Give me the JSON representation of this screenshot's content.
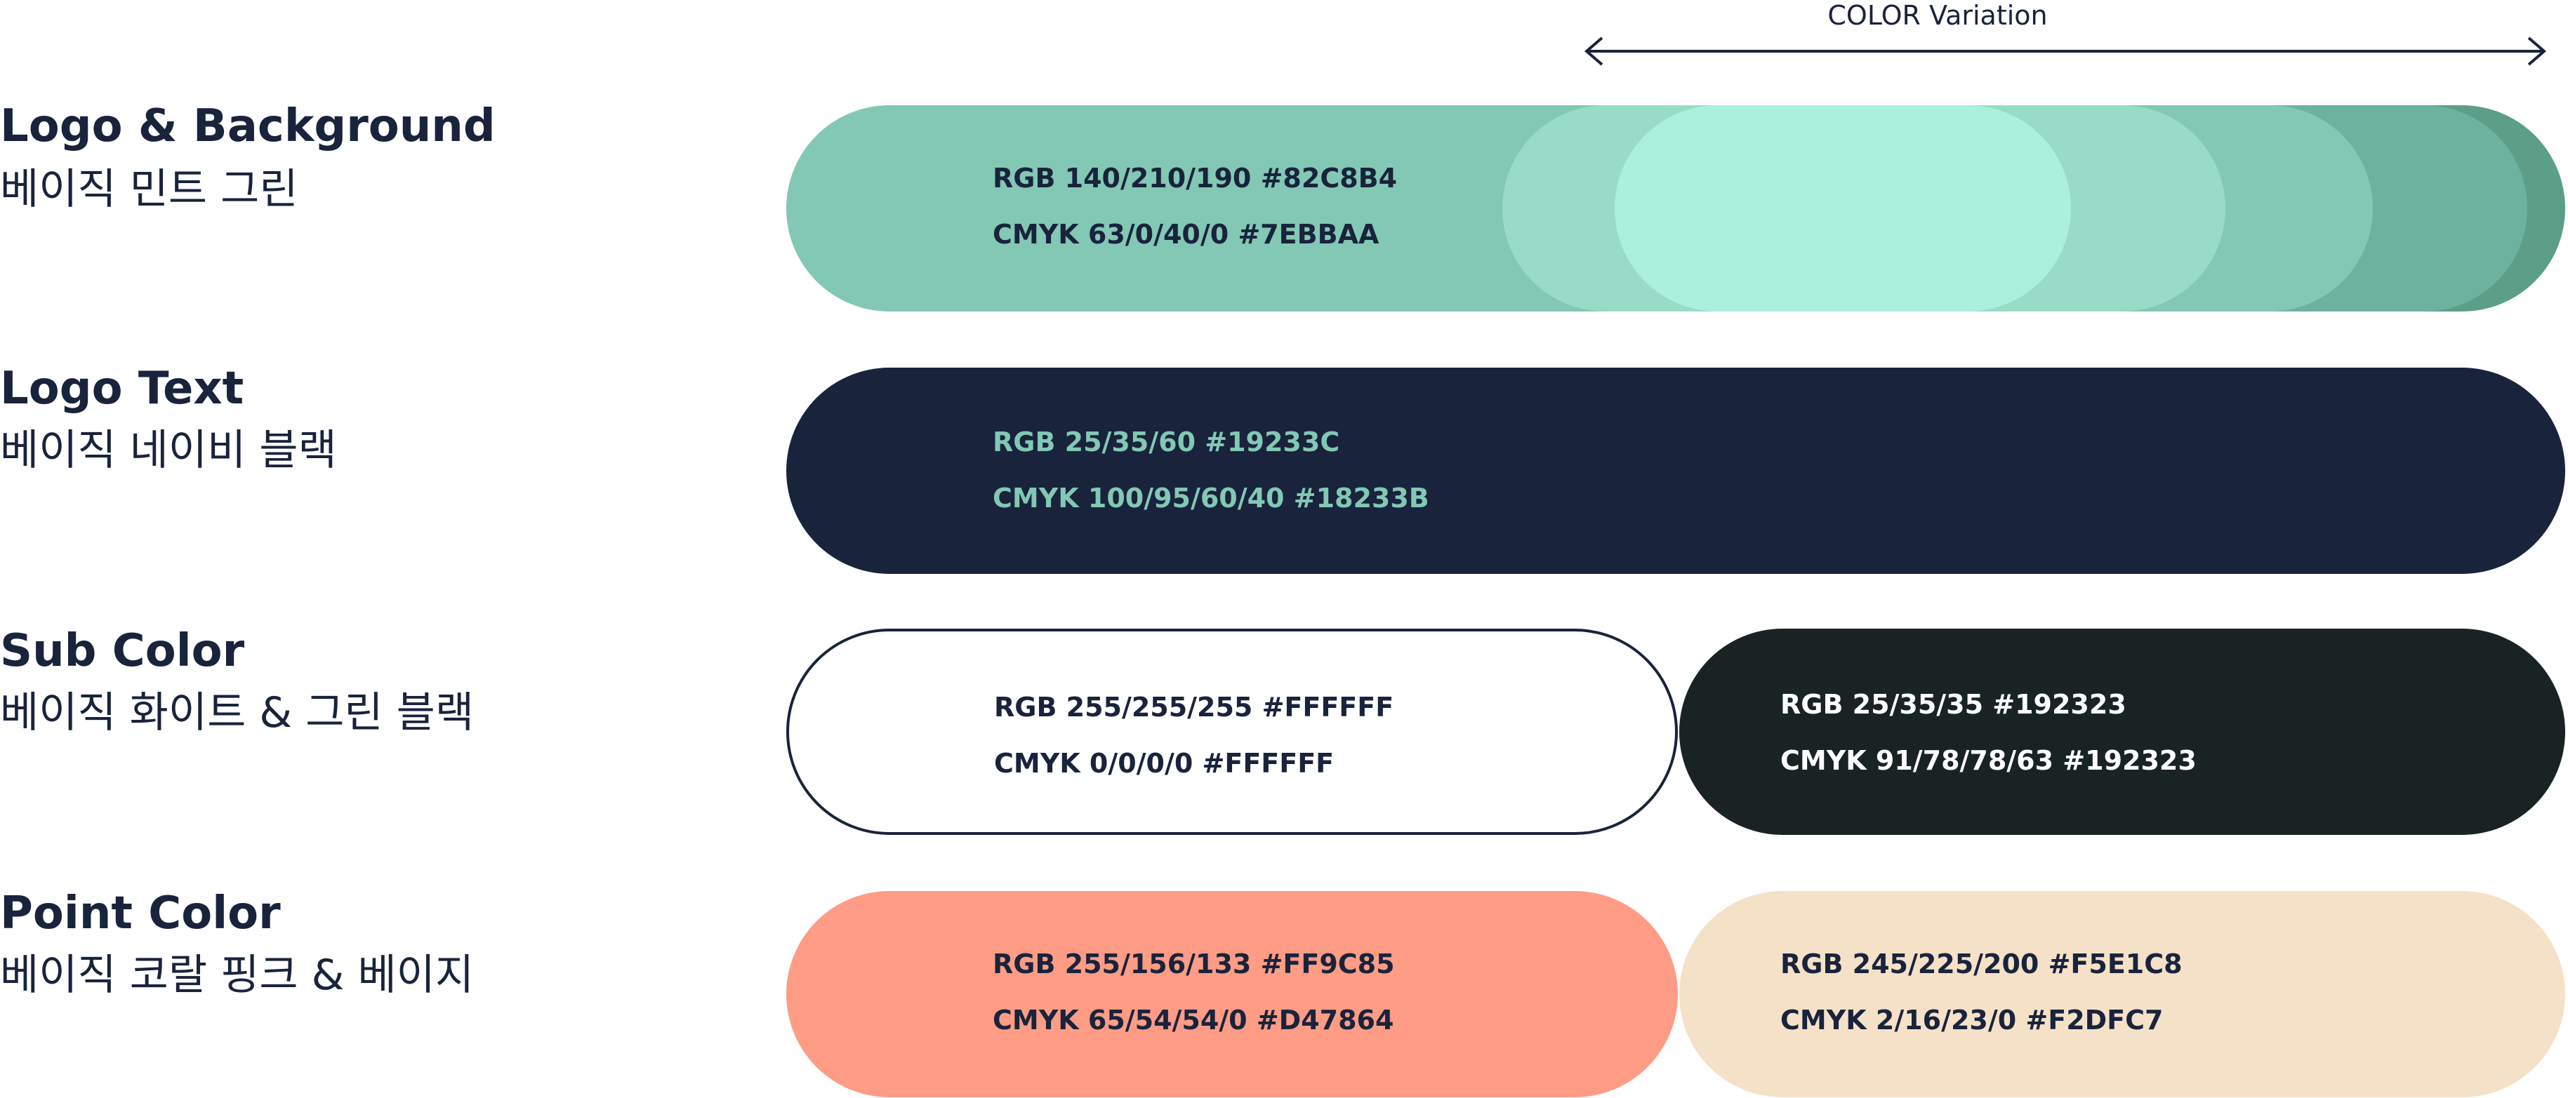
{
  "variation": {
    "label": "COLOR Variation"
  },
  "rows": [
    {
      "title": "Logo & Background",
      "subtitle": "베이직 민트 그린",
      "swatch": {
        "rgb": "RGB 140/210/190 #82C8B4",
        "cmyk": "CMYK 63/0/40/0 #7EBBAA",
        "color": "#82C8B4",
        "text_color": "#19233C"
      },
      "variations": [
        "#5C9E88",
        "#6CB29E",
        "#82C8B4",
        "#98DCC8",
        "#ABF0DC"
      ]
    },
    {
      "title": "Logo Text",
      "subtitle": "베이직 네이비 블랙",
      "swatch": {
        "rgb": "RGB 25/35/60 #19233C",
        "cmyk": "CMYK 100/95/60/40 #18233B",
        "color": "#19233C",
        "text_color": "#82C8B4"
      }
    },
    {
      "title": "Sub Color",
      "subtitle": "베이직 화이트 & 그린 블랙",
      "swatches": [
        {
          "rgb": "RGB 255/255/255 #FFFFFF",
          "cmyk": "CMYK 0/0/0/0 #FFFFFF",
          "color": "#FFFFFF",
          "text_color": "#19233C",
          "border": "#19233C"
        },
        {
          "rgb": "RGB 25/35/35 #192323",
          "cmyk": "CMYK 91/78/78/63 #192323",
          "color": "#192323",
          "text_color": "#FFFFFF"
        }
      ]
    },
    {
      "title": "Point Color",
      "subtitle": "베이직 코랄 핑크 & 베이지",
      "swatches": [
        {
          "rgb": "RGB 255/156/133 #FF9C85",
          "cmyk": "CMYK 65/54/54/0 #D47864",
          "color": "#FF9C85",
          "text_color": "#19233C"
        },
        {
          "rgb": "RGB 245/225/200 #F5E1C8",
          "cmyk": "CMYK 2/16/23/0 #F2DFC7",
          "color": "#F5E1C8",
          "text_color": "#19233C"
        }
      ]
    }
  ]
}
